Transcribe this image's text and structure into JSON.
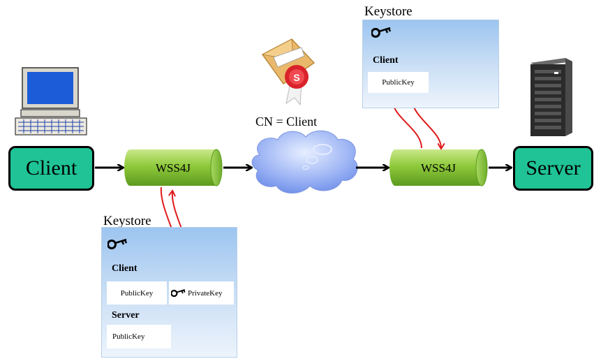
{
  "nodes": {
    "client": "Client",
    "server": "Server",
    "wss4j_left": "WSS4J",
    "wss4j_right": "WSS4J"
  },
  "cert_label": "CN = Client",
  "keystore_left": {
    "title": "Keystore",
    "client_heading": "Client",
    "client_public": "PublicKey",
    "client_private": "PrivateKey",
    "server_heading": "Server",
    "server_public": "PublicKey"
  },
  "keystore_right": {
    "title": "Keystore",
    "client_heading": "Client",
    "client_public": "PublicKey"
  },
  "icons": [
    "computer-icon",
    "server-rack-icon",
    "envelope-seal-icon",
    "cloud-icon",
    "key-icon"
  ],
  "colors": {
    "node_fill": "#1fc396",
    "cylinder_fill": "#8fca3c",
    "arrow_red": "#e01a1a",
    "keystore_top": "#9cc5f0"
  }
}
